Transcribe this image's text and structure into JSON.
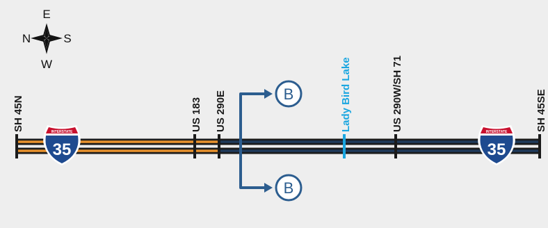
{
  "compass": {
    "north": "N",
    "east": "E",
    "south": "S",
    "west": "W"
  },
  "shields": [
    {
      "id": "left",
      "banner": "INTERSTATE",
      "number": "35"
    },
    {
      "id": "right",
      "banner": "INTERSTATE",
      "number": "35"
    }
  ],
  "markers": [
    {
      "label": "SH 45N",
      "color": "#1a1a1a"
    },
    {
      "label": "US 183",
      "color": "#1a1a1a"
    },
    {
      "label": "US 290E",
      "color": "#1a1a1a"
    },
    {
      "label": "Lady Bird Lake",
      "color": "#1aa6e0"
    },
    {
      "label": "US 290W/SH 71",
      "color": "#1a1a1a"
    },
    {
      "label": "SH 45SE",
      "color": "#1a1a1a"
    }
  ],
  "branch": {
    "letter": "B",
    "color": "#2c5d8f"
  },
  "colors": {
    "highway_black": "#1b1b1b",
    "segment_orange": "#e8922d",
    "segment_navy": "#1f3a5a",
    "shield_blue": "#1e4a8f",
    "shield_red": "#c8102e"
  }
}
